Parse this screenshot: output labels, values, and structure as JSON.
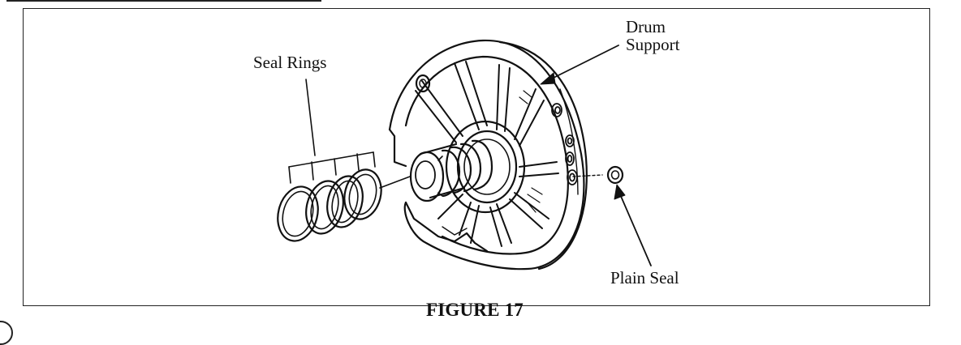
{
  "figure": {
    "caption": "FIGURE 17",
    "labels": {
      "seal_rings": "Seal Rings",
      "drum_support_line1": "Drum",
      "drum_support_line2": "Support",
      "plain_seal": "Plain Seal"
    },
    "parts": {
      "seal_ring_count": 4
    }
  }
}
